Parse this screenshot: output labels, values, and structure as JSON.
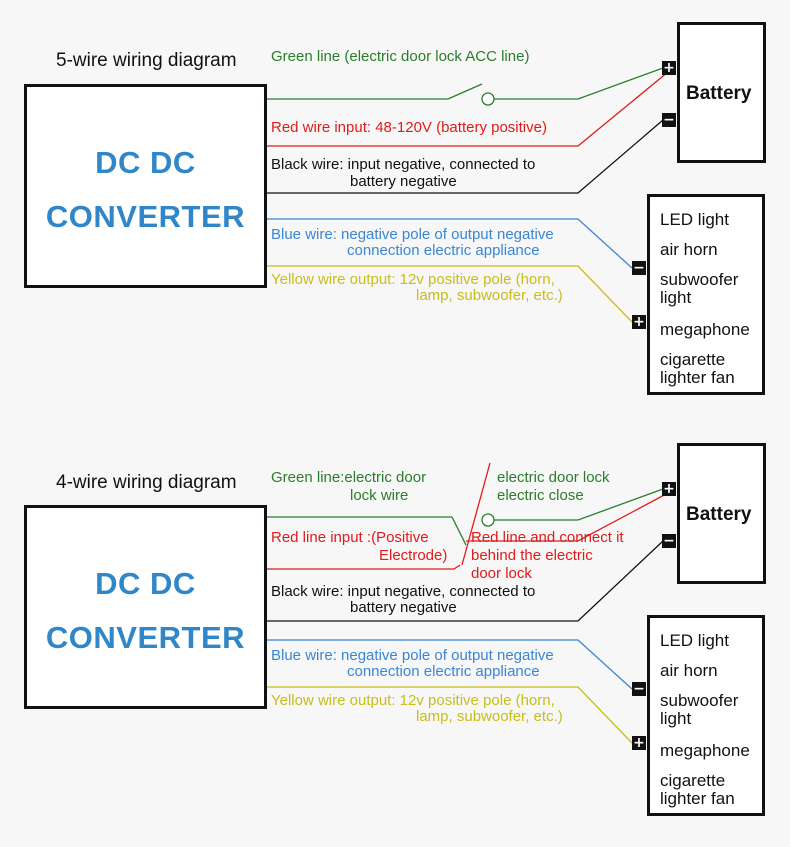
{
  "colors": {
    "green": "#2a7d2a",
    "red": "#e01b1b",
    "black": "#111111",
    "blue": "#3a86d4",
    "yellow": "#c8bd19",
    "converter_text": "#2f86c8"
  },
  "diagrams": [
    {
      "title": "5-wire wiring diagram",
      "converter": {
        "line1": "DC DC",
        "line2": "CONVERTER"
      },
      "battery": "Battery",
      "terminals": {
        "plus": "+",
        "minus": "−"
      },
      "labels": {
        "green": "Green line (electric door lock ACC line)",
        "red": "Red wire input: 48-120V (battery positive)",
        "black_1": "Black wire: input negative, connected to",
        "black_2": "battery negative",
        "blue_1": "Blue wire: negative pole of output negative",
        "blue_2": "connection electric appliance",
        "yellow_1": "Yellow wire output: 12v positive pole (horn,",
        "yellow_2": "lamp, subwoofer, etc.)"
      },
      "loads": [
        "LED light",
        "air horn",
        "subwoofer",
        "light",
        "megaphone",
        "cigarette",
        "lighter fan"
      ]
    },
    {
      "title": "4-wire wiring diagram",
      "converter": {
        "line1": "DC DC",
        "line2": "CONVERTER"
      },
      "battery": "Battery",
      "terminals": {
        "plus": "+",
        "minus": "−"
      },
      "labels": {
        "green_1": "Green line:electric door",
        "green_2": "lock wire",
        "red_1": "Red line input :(Positive",
        "red_2": "Electrode)",
        "lock_1": "electric door lock",
        "lock_2": "electric close",
        "redlock_1": "Red line and connect it",
        "redlock_2": "behind the electric",
        "redlock_3": "door lock",
        "black_1": "Black wire: input negative, connected to",
        "black_2": "battery negative",
        "blue_1": "Blue wire: negative pole of output negative",
        "blue_2": "connection electric appliance",
        "yellow_1": "Yellow wire output: 12v positive pole (horn,",
        "yellow_2": "lamp, subwoofer, etc.)"
      },
      "loads": [
        "LED light",
        "air horn",
        "subwoofer",
        "light",
        "megaphone",
        "cigarette",
        "lighter fan"
      ]
    }
  ]
}
